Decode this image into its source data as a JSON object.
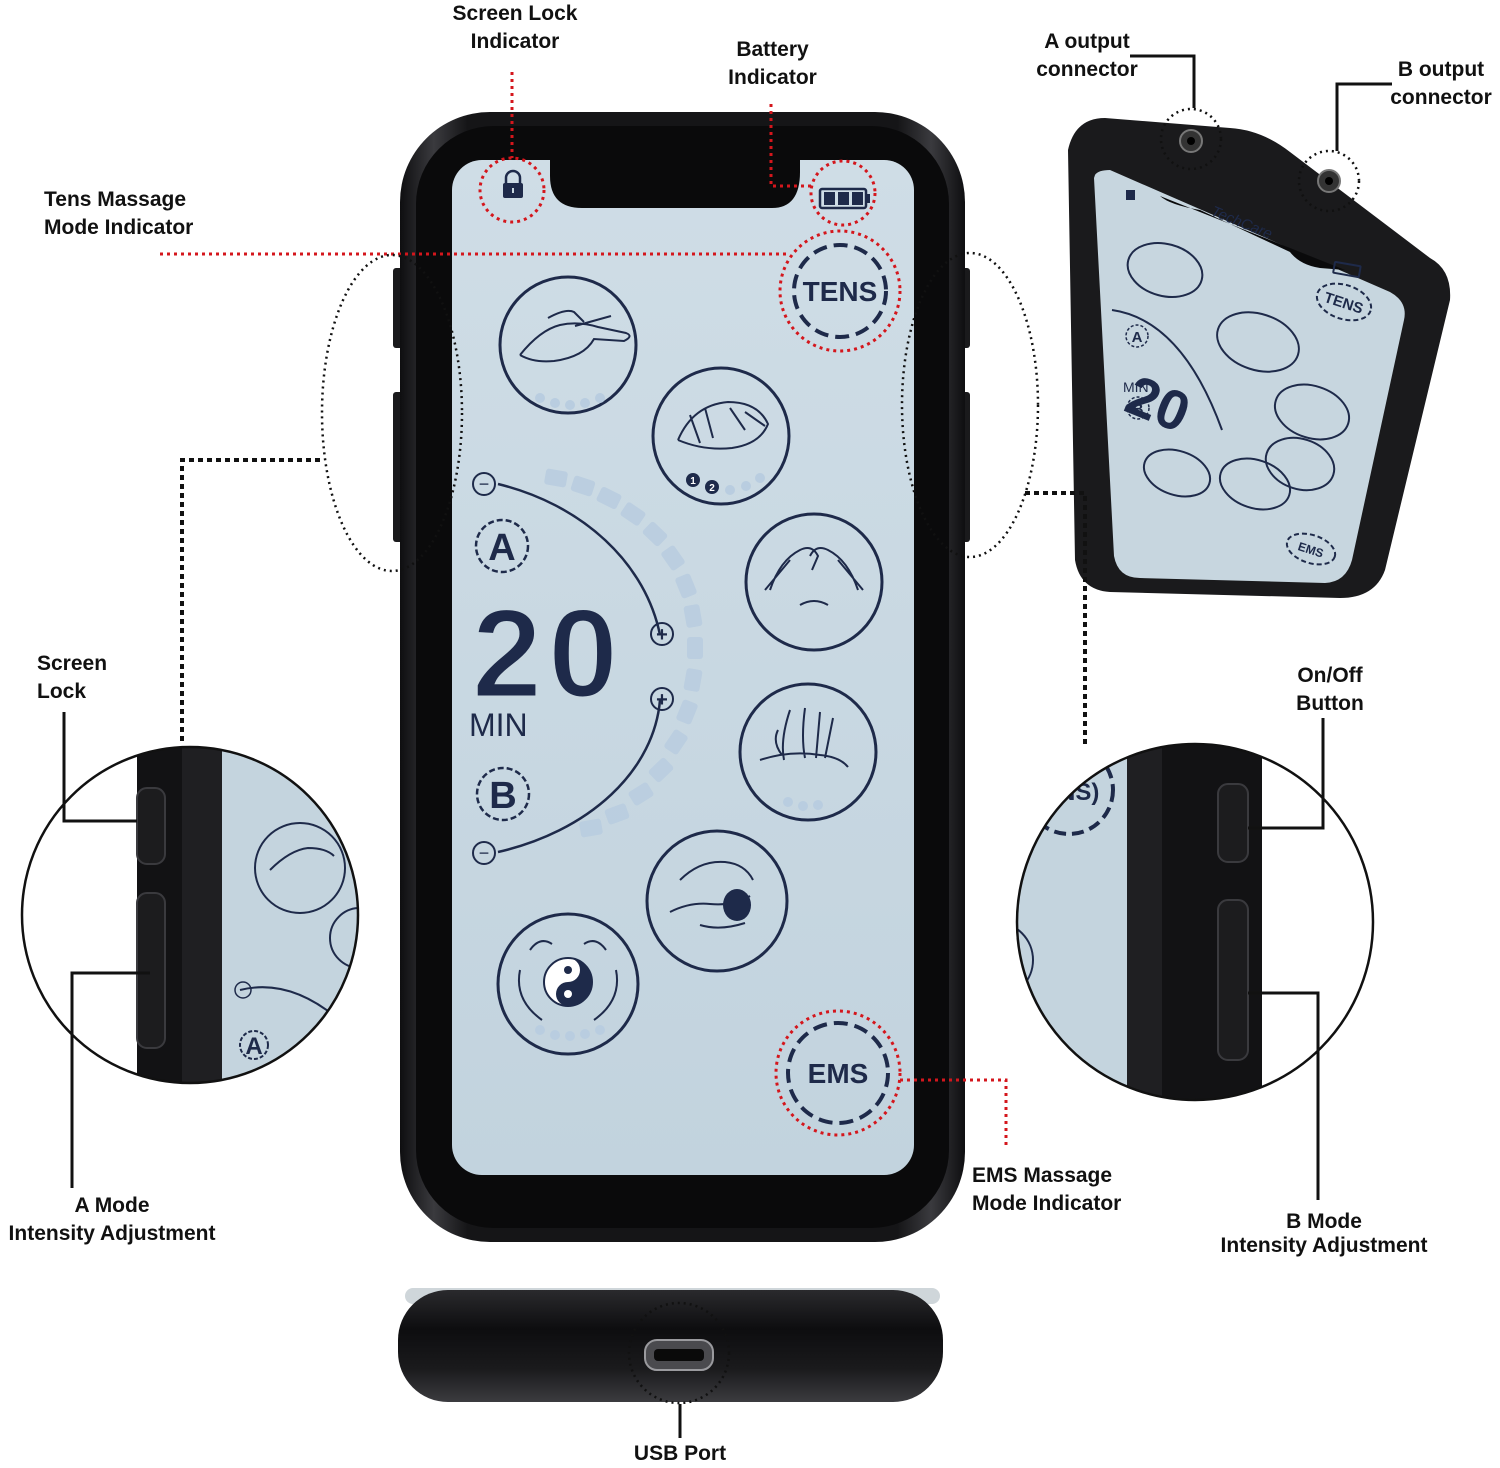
{
  "brand": "TechCare",
  "display": {
    "timer_value": "20",
    "timer_unit": "MIN",
    "channel_a": "A",
    "channel_b": "B",
    "minus_symbol": "−",
    "plus_symbol": "+",
    "tens_mode": "TENS",
    "ems_mode": "EMS",
    "program_badge_1": "1",
    "program_badge_2": "2"
  },
  "inset_text": {
    "tens_fragment": "NS)",
    "channel_a": "A"
  },
  "labels": {
    "screen_lock_indicator": [
      "Screen Lock",
      "Indicator"
    ],
    "battery_indicator": [
      "Battery",
      "Indicator"
    ],
    "tens_mode_indicator": [
      "Tens Massage",
      "Mode Indicator"
    ],
    "a_output_connector": [
      "A output",
      "connector"
    ],
    "b_output_connector": [
      "B output",
      "connector"
    ],
    "screen_lock": [
      "Screen",
      "Lock"
    ],
    "on_off_button": [
      "On/Off",
      "Button"
    ],
    "a_mode_intensity": [
      "A Mode",
      "Intensity Adjustment"
    ],
    "ems_mode_indicator": [
      "EMS Massage",
      "Mode Indicator"
    ],
    "b_mode_intensity": [
      "B Mode",
      "Intensity Adjustment"
    ],
    "usb_port": "USB Port"
  },
  "icons": [
    "lock-icon",
    "battery-icon",
    "hand-massage-icon",
    "kneading-icon",
    "pinch-icon",
    "press-icon",
    "cupping-icon",
    "yin-yang-icon",
    "usb-port-icon",
    "audio-jack-icon"
  ],
  "colors": {
    "callout_red": "#d4161c",
    "callout_black": "#111111",
    "device_body": "#1d1d1f",
    "screen": "#c9d8e1",
    "screen_ink": "#1e2a4a",
    "arc_segments": "#b8cde0"
  }
}
